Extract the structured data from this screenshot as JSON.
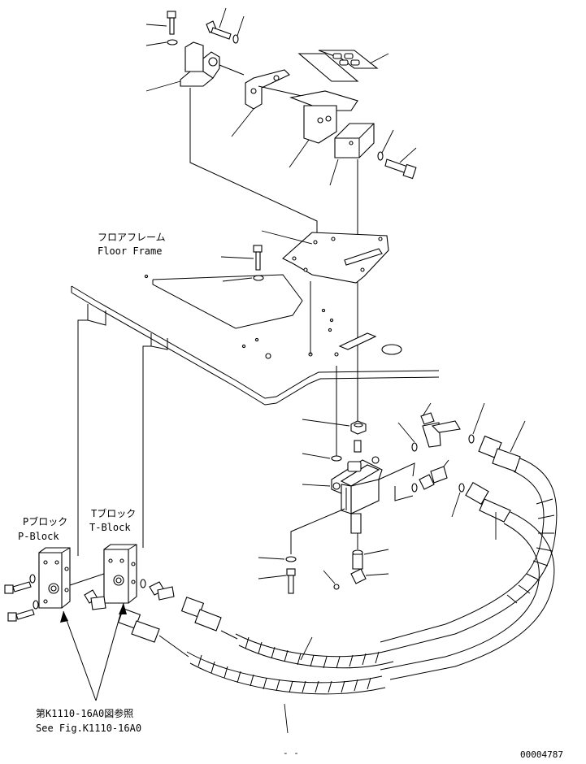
{
  "labels": {
    "floor_frame_jp": "フロアフレーム",
    "floor_frame_en": "Floor Frame",
    "p_block_jp": "Pブロック",
    "p_block_en": "P-Block",
    "t_block_jp": "Tブロック",
    "t_block_en": "T-Block",
    "see_fig_jp": "第K1110-16A0図参照",
    "see_fig_en": "See Fig.K1110-16A0",
    "page_mark": "- -",
    "drawing_number": "00004787"
  },
  "icons": [
    "bolt-icon",
    "washer-icon",
    "pedal-icon",
    "valve-icon",
    "hose-icon",
    "elbow-fitting-icon",
    "o-ring-icon",
    "nut-icon",
    "block-icon"
  ]
}
